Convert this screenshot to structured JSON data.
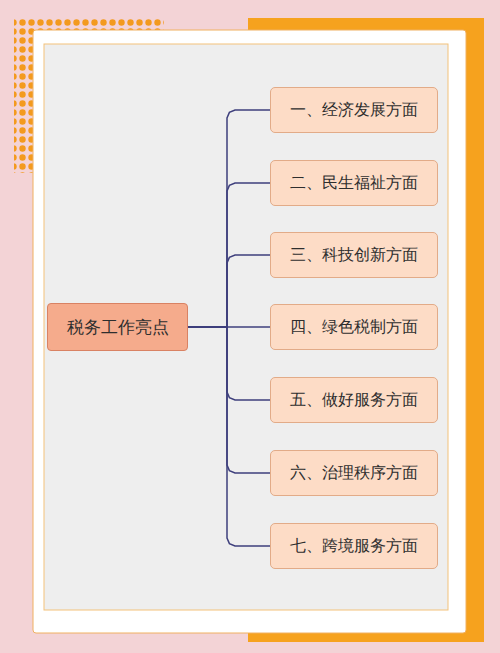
{
  "diagram": {
    "nodes": [
      {
        "text": [
          "税务工作亮点"
        ]
      },
      {
        "text": [
          "一、经济发展方面"
        ]
      },
      {
        "text": [
          "二、民生福祉方面"
        ]
      },
      {
        "text": [
          "三、科技创新方面"
        ]
      },
      {
        "text": [
          "四、绿色税制方面"
        ]
      },
      {
        "text": [
          "五、做好服务方面"
        ]
      },
      {
        "text": [
          "六、治理秩序方面"
        ]
      },
      {
        "text": [
          "七、跨境服务方面"
        ]
      }
    ],
    "edges": [
      {
        "from": 0,
        "to": 1,
        "arrow": "none"
      },
      {
        "from": 0,
        "to": 2,
        "arrow": "none"
      },
      {
        "from": 0,
        "to": 3,
        "arrow": "none"
      },
      {
        "from": 0,
        "to": 4,
        "arrow": "none"
      },
      {
        "from": 0,
        "to": 5,
        "arrow": "none"
      },
      {
        "from": 0,
        "to": 6,
        "arrow": "none"
      },
      {
        "from": 0,
        "to": 7,
        "arrow": "none"
      }
    ]
  }
}
